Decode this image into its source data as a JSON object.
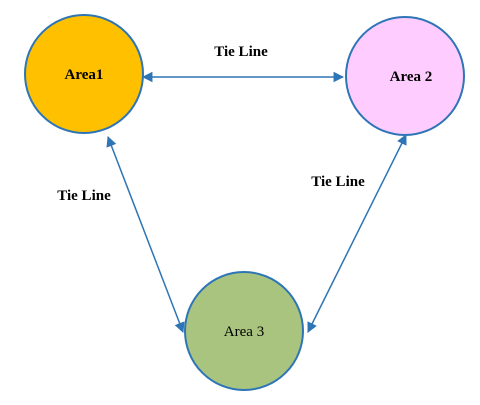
{
  "areas": [
    {
      "label": "Area1",
      "fill": "#FFC000"
    },
    {
      "label": "Area 2",
      "fill": "#FFCCFF"
    },
    {
      "label": "Area 3",
      "fill": "#A9C47F"
    }
  ],
  "tie_lines": [
    {
      "label": "Tie Line"
    },
    {
      "label": "Tie Line"
    },
    {
      "label": "Tie Line"
    }
  ],
  "colors": {
    "outline": "#2E75B6",
    "arrow": "#2E75B6"
  }
}
